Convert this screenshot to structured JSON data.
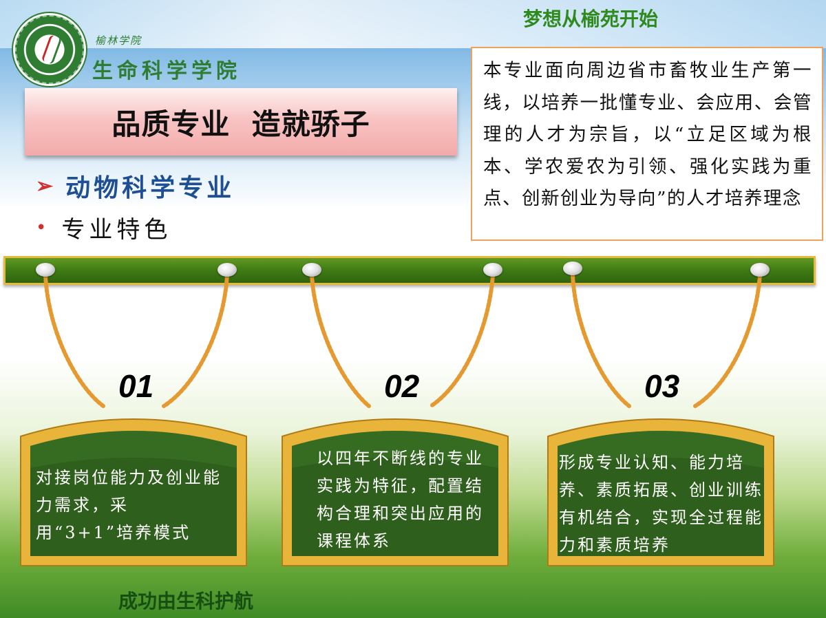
{
  "header": {
    "slogan_top": "梦想从榆苑开始",
    "college_small": "榆林学院",
    "college_name": "生命科学学院"
  },
  "title": "品质专业  造就骄子",
  "major": {
    "marker": "➢",
    "label": "动物科学专业"
  },
  "feature": {
    "marker": "•",
    "label": "专业特色"
  },
  "intro_text": "本专业面向周边省市畜牧业生产第一线，以培养一批懂专业、会应用、会管理的人才为宗旨，以“立足区域为根本、学农爱农为引领、强化实践为重点、创新创业为导向”的人才培养理念",
  "boards": [
    {
      "number": "01",
      "text": "对接岗位能力及创业能力需求，采用“3+1”培养模式"
    },
    {
      "number": "02",
      "text": "以四年不断线的专业实践为特征，配置结构合理和突出应用的课程体系"
    },
    {
      "number": "03",
      "text": "形成专业认知、能力培养、素质拓展、创业训练有机结合，实现全过程能力和素质培养"
    }
  ],
  "footer": {
    "slogan_bottom": "成功由生科护航"
  },
  "colors": {
    "board_green": "#2f5f1c",
    "frame_gold": "#e8b43a",
    "title_pink": "#f5b3b3",
    "intro_border": "#f0a25a",
    "major_blue": "#1e4f93"
  }
}
